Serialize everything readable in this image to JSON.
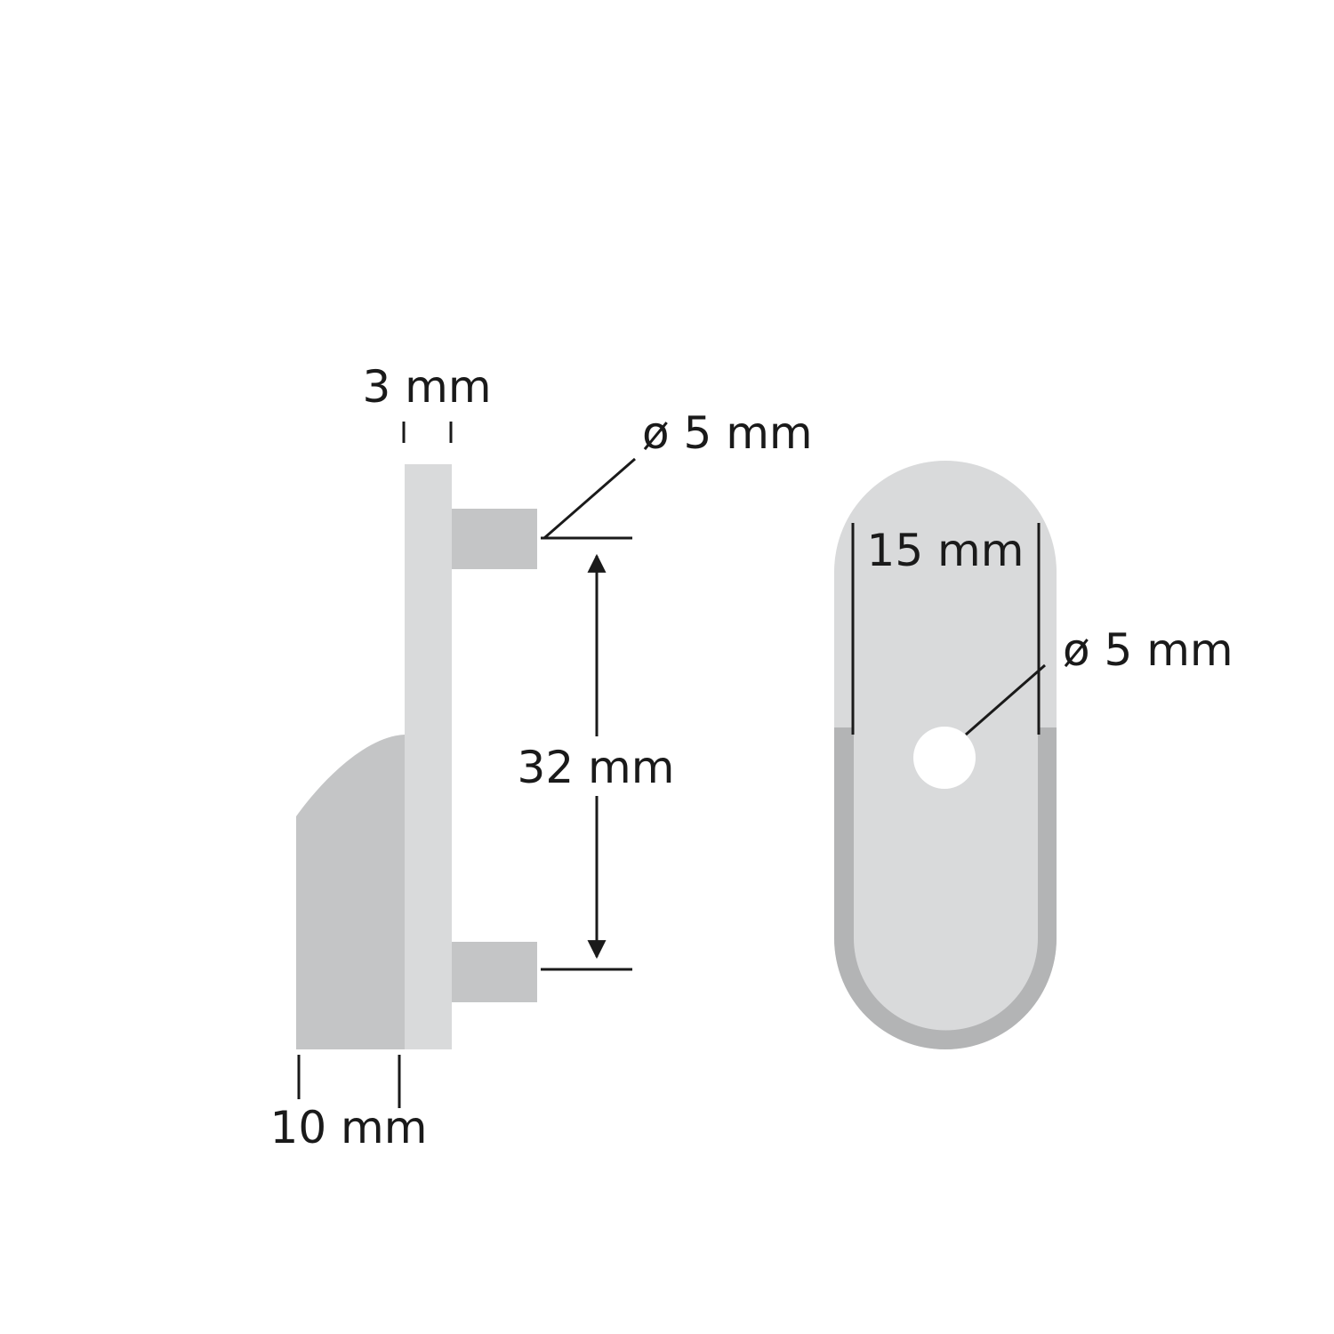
{
  "colors": {
    "plate": "#d9dadb",
    "pin": "#c4c5c6",
    "hook_body": "#c4c5c6",
    "rim": "#b3b4b5",
    "hole": "#ffffff",
    "line": "#1a1a1a"
  },
  "side_view": {
    "plate_thickness_label": "3 mm",
    "pin_diameter_label": "ø 5 mm",
    "pin_spacing_label": "32 mm",
    "hook_depth_label": "10 mm"
  },
  "front_view": {
    "width_label": "15 mm",
    "hole_diameter_label": "ø 5 mm"
  }
}
